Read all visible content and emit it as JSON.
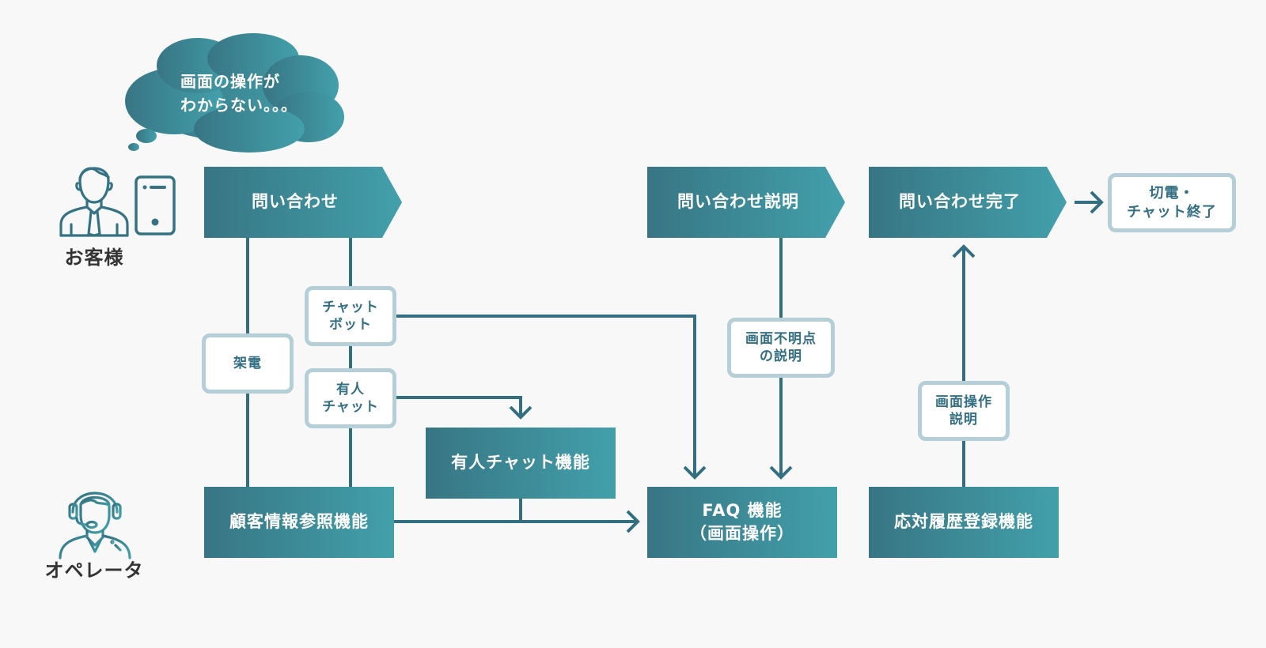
{
  "thought_bubble": {
    "text": "画面の操作が\nわからない。。。"
  },
  "actors": {
    "customer": {
      "label": "お客様",
      "icon": "businessman-icon",
      "device_icon": "smartphone-icon"
    },
    "operator": {
      "label": "オペレータ",
      "icon": "headset-operator-icon"
    }
  },
  "steps": {
    "inquiry": "問い合わせ",
    "inquiry_explanation": "問い合わせ説明",
    "inquiry_complete": "問い合わせ完了",
    "end": "切電・\nチャット終了"
  },
  "channels": {
    "phone": "架電",
    "chatbot": "チャット\nボット",
    "human_chat": "有人\nチャット",
    "screen_unclear": "画面不明点\nの説明",
    "screen_operation": "画面操作\n説明"
  },
  "functions": {
    "customer_info": "顧客情報参照機能",
    "human_chat": "有人チャット機能",
    "faq_line1": "FAQ 機能",
    "faq_line2": "（画面操作）",
    "history": "応対履歴登録機能"
  },
  "colors": {
    "gradient_start": "#387584",
    "gradient_end": "#42a0ab",
    "line": "#336f80",
    "label_border": "#b5cfd8",
    "label_text": "#326f82",
    "background": "#f8f8f9"
  }
}
